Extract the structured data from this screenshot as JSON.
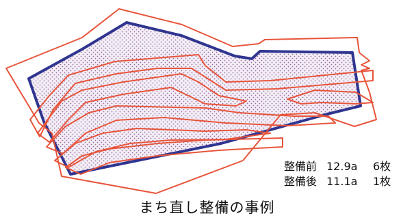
{
  "caption": "まち直し整備の事例",
  "comparison": {
    "before": {
      "label": "整備前",
      "area": "12.9a",
      "count": "6枚"
    },
    "after": {
      "label": "整備後",
      "area": "11.1a",
      "count": "1枚"
    }
  },
  "colors": {
    "before_outline": "#e8543a",
    "after_outline": "#2f3590",
    "after_fill": "#f2eef6",
    "after_fill_dots": "#a0689c"
  }
}
